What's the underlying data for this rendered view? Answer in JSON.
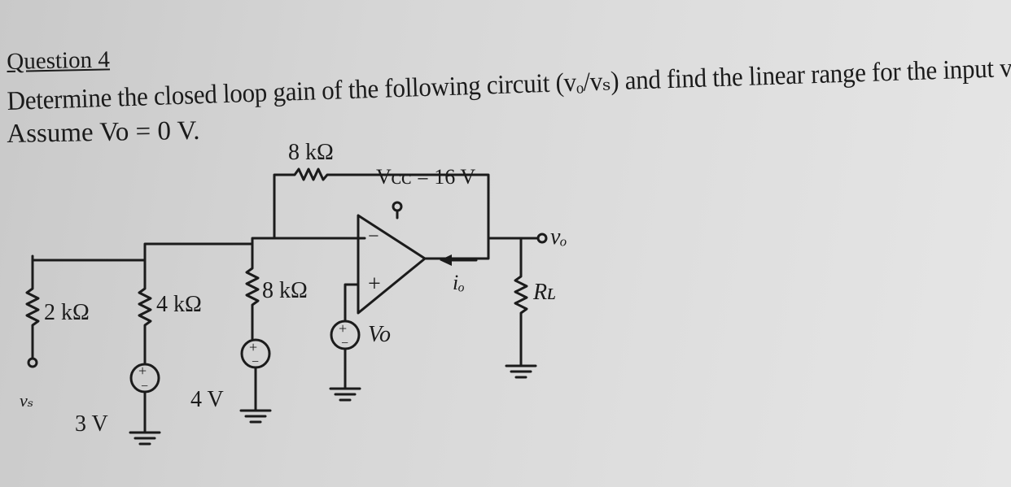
{
  "question": {
    "title": "Question 4",
    "line1": "Determine the closed loop gain of the following circuit (vₒ/vₛ) and find the linear range for the input vₛ.",
    "line2": "Assume Vo = 0 V."
  },
  "labels": {
    "r_feedback": "8 kΩ",
    "vcc": "Vᴄᴄ = 16 V",
    "vo_out": "vₒ",
    "r1": "2 kΩ",
    "r2": "4 kΩ",
    "r3": "8 kΩ",
    "vs": "vₛ",
    "src1": "3 V",
    "src2": "4 V",
    "vo_src": "Vo",
    "io": "iₒ",
    "rl": "Rʟ",
    "plus": "+",
    "minus": "−"
  }
}
